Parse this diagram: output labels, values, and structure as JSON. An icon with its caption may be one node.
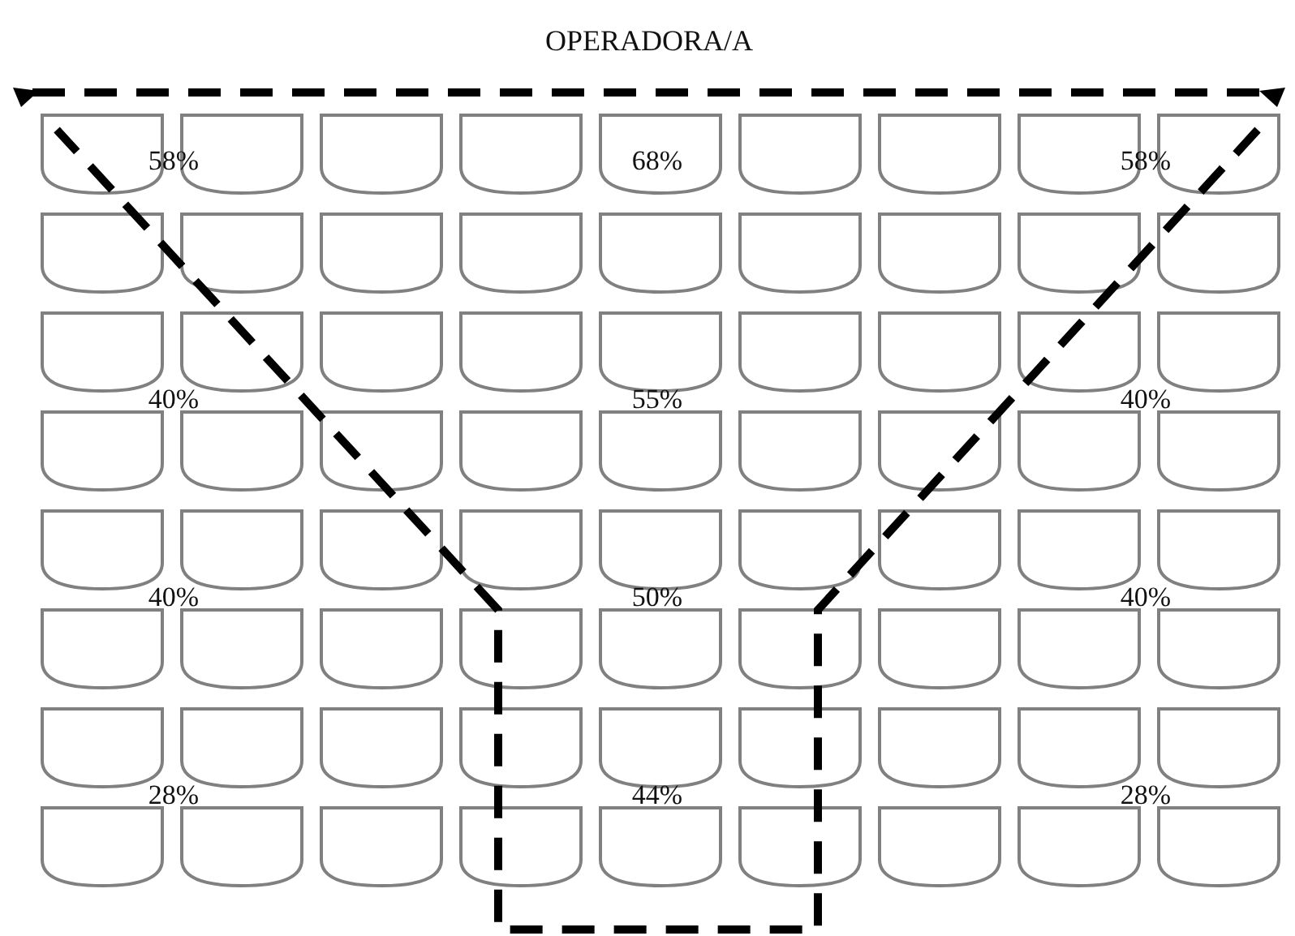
{
  "diagram": {
    "labels": [
      "OPERADORA/A",
      "58%",
      "68%",
      "58%",
      "40%",
      "55%",
      "40%",
      "40%",
      "50%",
      "40%",
      "28%",
      "44%",
      "28%"
    ]
  }
}
